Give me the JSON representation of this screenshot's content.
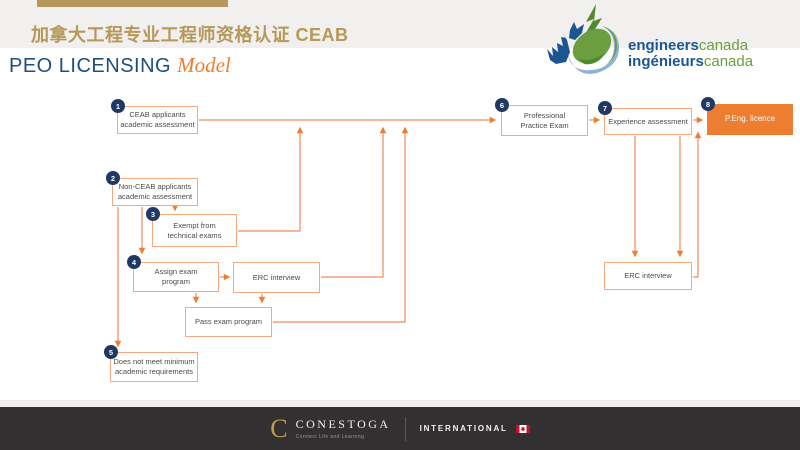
{
  "header": {
    "title_cn": "加拿大工程专业工程师资格认证 CEAB",
    "subtitle_main": "PEO LICENSING",
    "subtitle_accent": "Model"
  },
  "logo": {
    "line1_bold": "engineers",
    "line1_light": "canada",
    "line2_bold": "ingénieurs",
    "line2_light": "canada"
  },
  "diagram": {
    "nodes": [
      {
        "num": "1",
        "label": "CEAB applicants\nacademic assessment"
      },
      {
        "num": "2",
        "label": "Non-CEAB applicants\nacademic assessment"
      },
      {
        "num": "3",
        "label": "Exempt from\ntechnical exams"
      },
      {
        "num": "4",
        "label": "Assign exam\nprogram"
      },
      {
        "num": "",
        "label": "ERC interview"
      },
      {
        "num": "",
        "label": "Pass exam program"
      },
      {
        "num": "5",
        "label": "Does not meet minimum\nacademic requirements"
      },
      {
        "num": "6",
        "label": "Professional\nPractice Exam"
      },
      {
        "num": "7",
        "label": "Experience assessment"
      },
      {
        "num": "8",
        "label": "P.Eng. licence"
      },
      {
        "num": "",
        "label": "ERC interview"
      }
    ]
  },
  "footer": {
    "brand_initial": "C",
    "brand": "CONESTOGA",
    "brand_tagline": "Connect Life and Learning",
    "division": "INTERNATIONAL"
  },
  "colors": {
    "accent_orange": "#ED7D31",
    "box_border": "#F5A87E",
    "navy_badge": "#1F3864",
    "gold": "#B5985A",
    "title_blue": "#1F4E79",
    "logo_blue": "#1B5693",
    "logo_green": "#6B9E3E",
    "footer_bg": "#333032"
  }
}
